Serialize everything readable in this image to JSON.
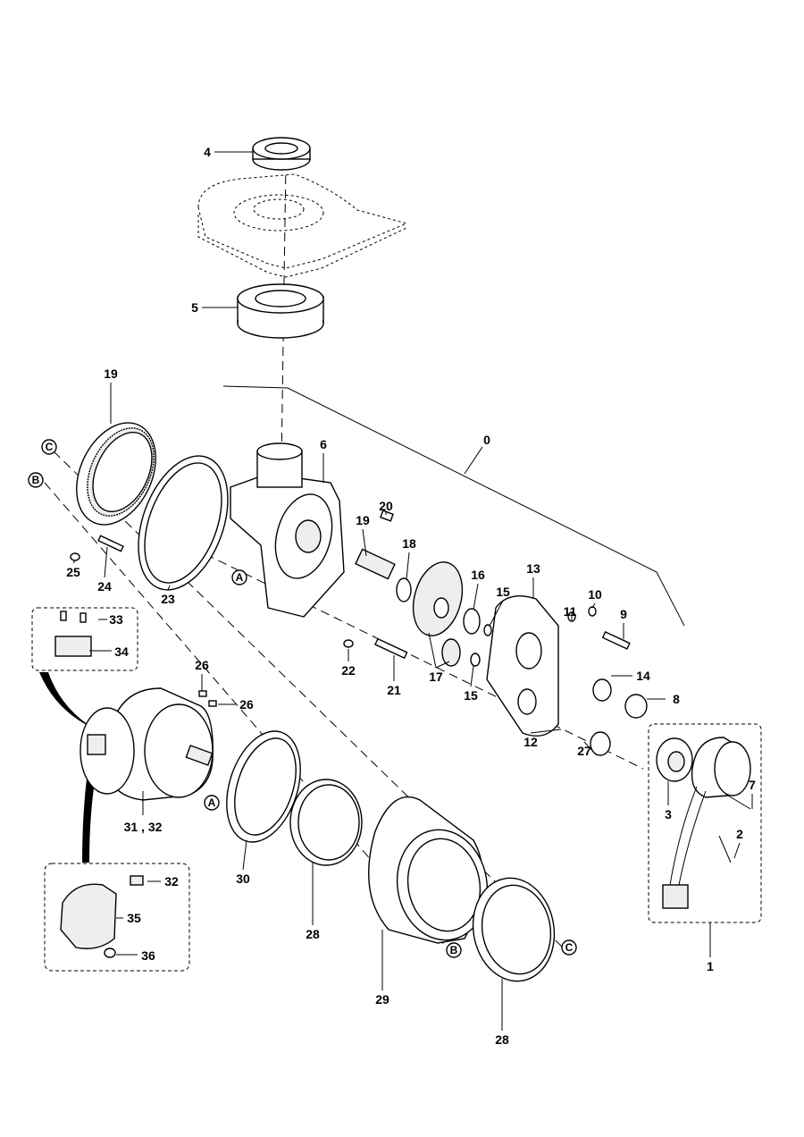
{
  "labels": {
    "l0": "0",
    "l1": "1",
    "l2": "2",
    "l3": "3",
    "l4": "4",
    "l5": "5",
    "l6": "6",
    "l7": "7",
    "l8": "8",
    "l9": "9",
    "l10": "10",
    "l11": "11",
    "l12": "12",
    "l13": "13",
    "l14": "14",
    "l15a": "15",
    "l15b": "15",
    "l16": "16",
    "l17": "17",
    "l18": "18",
    "l19a": "19",
    "l19b": "19",
    "l20": "20",
    "l21": "21",
    "l22": "22",
    "l23": "23",
    "l24": "24",
    "l25": "25",
    "l26a": "26",
    "l26b": "26",
    "l27": "27",
    "l28a": "28",
    "l28b": "28",
    "l29": "29",
    "l30": "30",
    "l3132": "31 , 32",
    "l32": "32",
    "l33": "33",
    "l34": "34",
    "l35": "35",
    "l36": "36"
  },
  "callouts": {
    "a1": "A",
    "a2": "A",
    "b1": "B",
    "b2": "B",
    "c1": "C",
    "c2": "C"
  }
}
